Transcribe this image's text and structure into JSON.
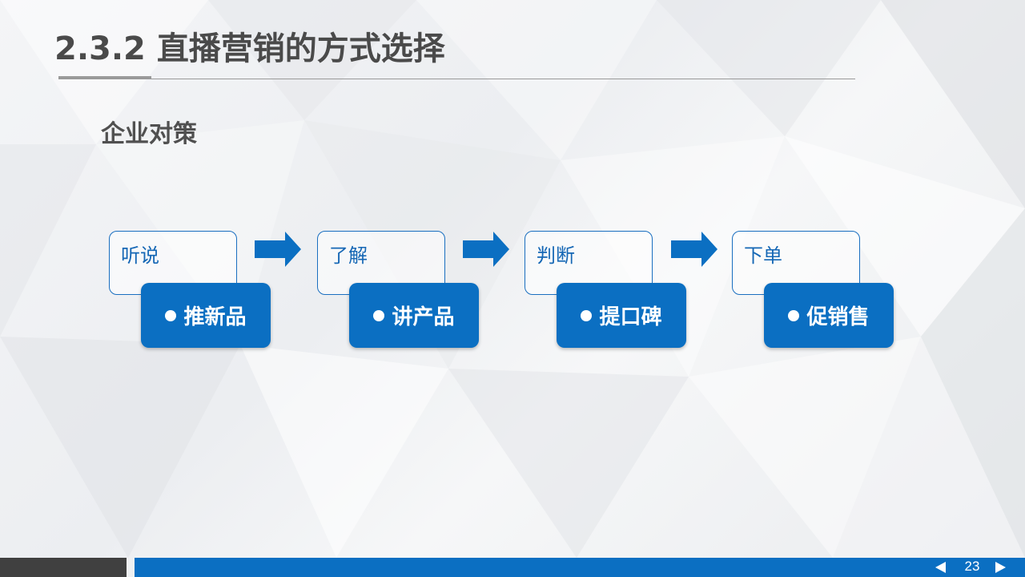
{
  "slide": {
    "title": "2.3.2 直播营销的方式选择",
    "subtitle": "企业对策",
    "page_number": "23"
  },
  "steps": [
    {
      "top_label": "听说",
      "bottom_label": "推新品"
    },
    {
      "top_label": "了解",
      "bottom_label": "讲产品"
    },
    {
      "top_label": "判断",
      "bottom_label": "提口碑"
    },
    {
      "top_label": "下单",
      "bottom_label": "促销售"
    }
  ],
  "colors": {
    "accent": "#0b6fc2",
    "title_text": "#4a4a4a",
    "footer_dark": "#404040"
  },
  "icons": {
    "step_arrow": "right-arrow-icon",
    "bullet": "bullet-dot-icon",
    "nav_prev": "triangle-left-icon",
    "nav_next": "triangle-right-icon"
  }
}
